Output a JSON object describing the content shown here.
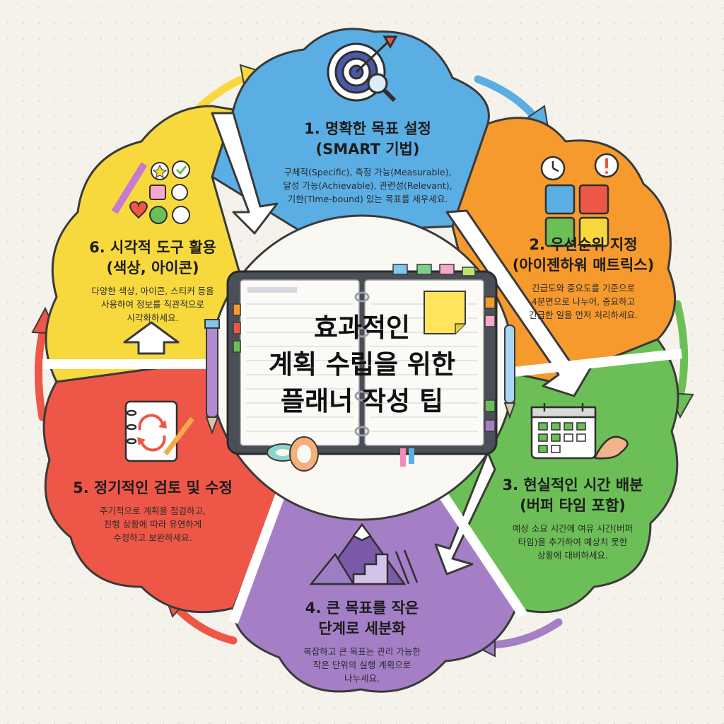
{
  "title": {
    "line1": "효과적인",
    "line2": "계획 수립을 위한",
    "line3": "플래너 작성 팁"
  },
  "tips": [
    {
      "title_line1": "1. 명확한 목표 설정",
      "title_line2": "(SMART 기법)",
      "desc_lines": [
        "구체적(Specific), 측정 가능(Measurable),",
        "달성 가능(Achievable), 관련성(Relevant),",
        "기한(Time-bound) 있는 목표를 세우세요."
      ],
      "color": "#5aaee3",
      "icon": "target-icon"
    },
    {
      "title_line1": "2. 우선순위 지정",
      "title_line2": "(아이젠하워 매트릭스)",
      "desc_lines": [
        "긴급도와 중요도를 기준으로",
        "4분면으로 나누어, 중요하고",
        "긴급한 일을 먼저 처리하세요."
      ],
      "color": "#f79a2e",
      "icon": "priority-matrix-icon"
    },
    {
      "title_line1": "3. 현실적인 시간 배분",
      "title_line2": "(버퍼 타임 포함)",
      "desc_lines": [
        "예상 소요 시간에 여유 시간(버퍼",
        "타임)을 추가하여 예상치 못한",
        "상황에 대비하세요."
      ],
      "color": "#6cbf56",
      "icon": "calendar-icon"
    },
    {
      "title_line1": "4. 큰 목표를 작은",
      "title_line2": "단계로 세분화",
      "desc_lines": [
        "복잡하고 큰 목표는 관리 가능한",
        "작은 단위의 실행 계획으로",
        "나누세요."
      ],
      "color": "#a57fc6",
      "icon": "mountain-stairs-icon"
    },
    {
      "title_line1": "5. 정기적인 검토 및 수정",
      "title_line2": "",
      "desc_lines": [
        "주기적으로 계획을 점검하고,",
        "진행 상황에 따라 유연하게",
        "수정하고 보완하세요."
      ],
      "color": "#ee5747",
      "icon": "review-notebook-icon"
    },
    {
      "title_line1": "6. 시각적 도구 활용",
      "title_line2": "(색상, 아이콘)",
      "desc_lines": [
        "다양한 색상, 아이콘, 스티커 등을",
        "사용하여 정보를 직관적으로",
        "시각화하세요."
      ],
      "color": "#f7d93e",
      "icon": "stickers-icon"
    }
  ],
  "colors": {
    "blue": "#5aaee3",
    "orange": "#f79a2e",
    "green": "#6cbf56",
    "purple": "#a57fc6",
    "red": "#ee5747",
    "yellow": "#f7d93e",
    "outline": "#3a3a3a",
    "planner": "#4a4f57"
  }
}
